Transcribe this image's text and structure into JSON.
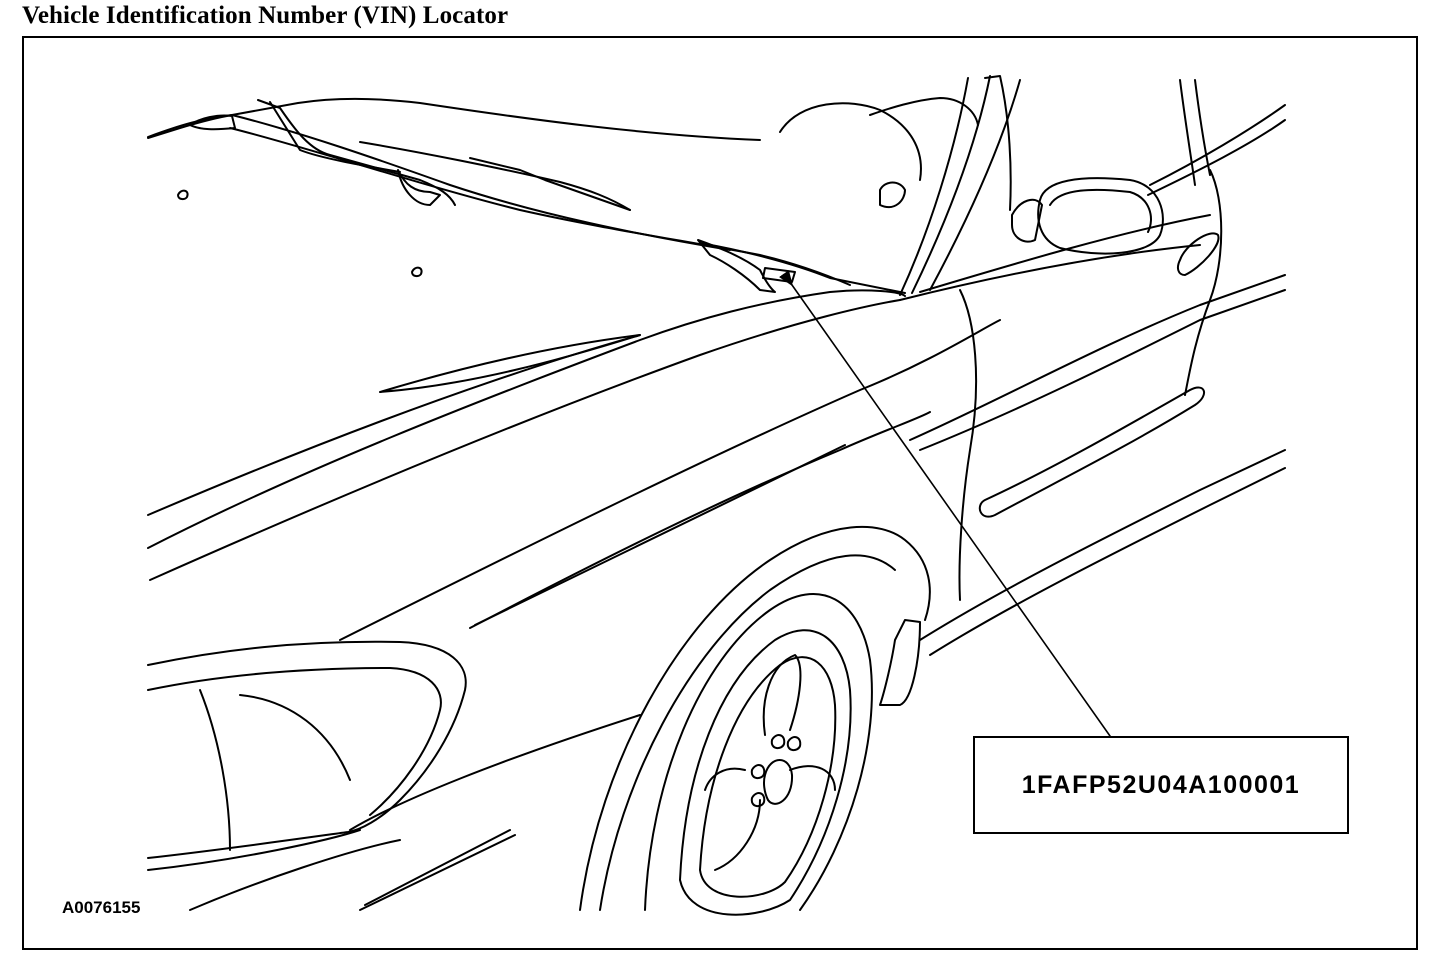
{
  "title": "Vehicle Identification Number (VIN) Locator",
  "vin_label": "1FAFP52U04A100001",
  "figure_id": "A0076155",
  "colors": {
    "line": "#000000",
    "background": "#ffffff"
  }
}
